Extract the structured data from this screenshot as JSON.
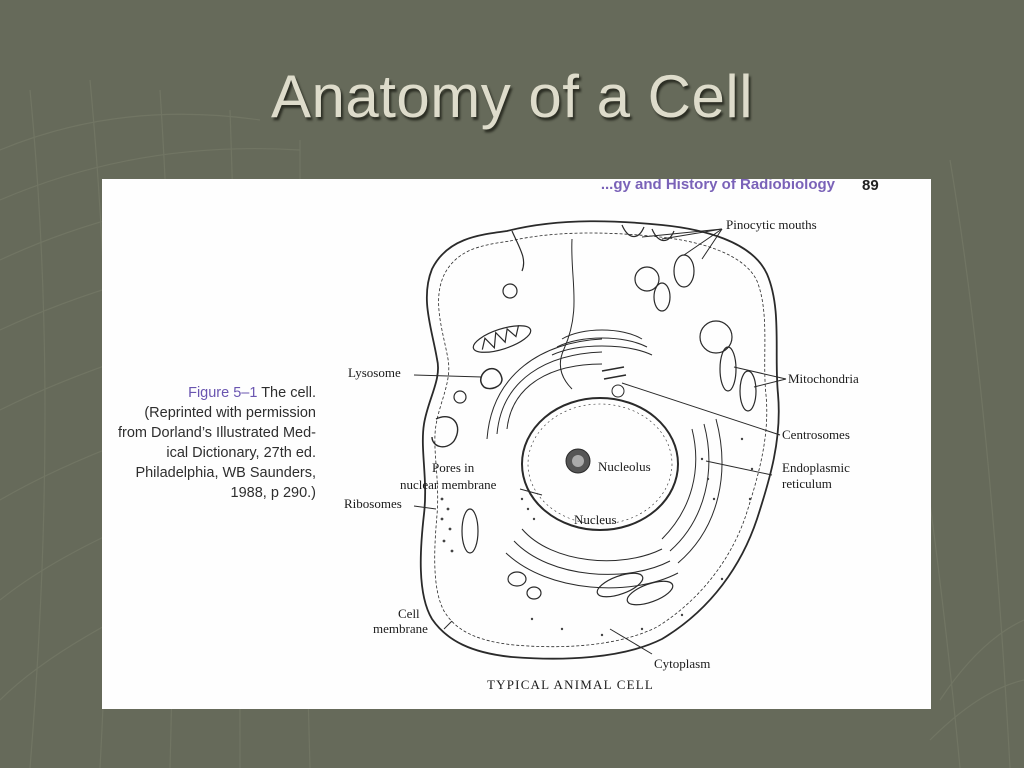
{
  "slide": {
    "title": "Anatomy of a Cell",
    "background_color": "#666a5a",
    "title_color": "#dedccb"
  },
  "figure": {
    "page_header": "...gy and History of Radiobiology",
    "page_number": "89",
    "header_color": "#7a62b8",
    "caption": {
      "figure_label": "Figure 5–1",
      "line1_rest": " The cell.",
      "line2": "(Reprinted with permission",
      "line3": "from Dorland’s Illustrated Med-",
      "line4": "ical Dictionary, 27th ed.",
      "line5": "Philadelphia, WB Saunders,",
      "line6": "1988, p 290.)"
    },
    "diagram_title": "TYPICAL ANIMAL CELL",
    "labels": {
      "pinocytic_mouths": "Pinocytic mouths",
      "lysosome": "Lysosome",
      "mitochondria": "Mitochondria",
      "centrosomes": "Centrosomes",
      "nucleolus": "Nucleolus",
      "endoplasmic_line1": "Endoplasmic",
      "endoplasmic_line2": "reticulum",
      "pores_line1": "Pores in",
      "pores_line2": "nuclear membrane",
      "ribosomes": "Ribosomes",
      "nucleus": "Nucleus",
      "cell_membrane_line1": "Cell",
      "cell_membrane_line2": "membrane",
      "cytoplasm": "Cytoplasm"
    }
  }
}
